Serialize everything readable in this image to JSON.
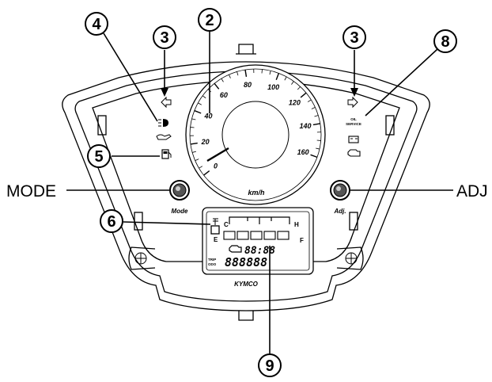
{
  "diagram": {
    "side_labels": {
      "left": "MODE",
      "right": "ADJ"
    },
    "callouts": [
      {
        "id": "callout-4",
        "number": "4"
      },
      {
        "id": "callout-3-left",
        "number": "3"
      },
      {
        "id": "callout-2",
        "number": "2"
      },
      {
        "id": "callout-3-right",
        "number": "3"
      },
      {
        "id": "callout-8",
        "number": "8"
      },
      {
        "id": "callout-5",
        "number": "5"
      },
      {
        "id": "callout-6",
        "number": "6"
      },
      {
        "id": "callout-9",
        "number": "9"
      }
    ],
    "speedometer": {
      "tick_labels": [
        "0",
        "20",
        "40",
        "60",
        "80",
        "100",
        "120",
        "140",
        "160"
      ],
      "unit": "km/h"
    },
    "panel_text": {
      "mode_button": "Mode",
      "adj_button": "Adj.",
      "brand": "KYMCO",
      "oil_service_line1": "OIL",
      "oil_service_line2": "SERVICE",
      "temp_cold": "C",
      "temp_hot": "H",
      "fuel_empty": "E",
      "fuel_full": "F",
      "clock_display": "88:88",
      "odometer_display": "888888",
      "trip_label_1": "TRIP",
      "trip_label_2": "ODO"
    }
  }
}
